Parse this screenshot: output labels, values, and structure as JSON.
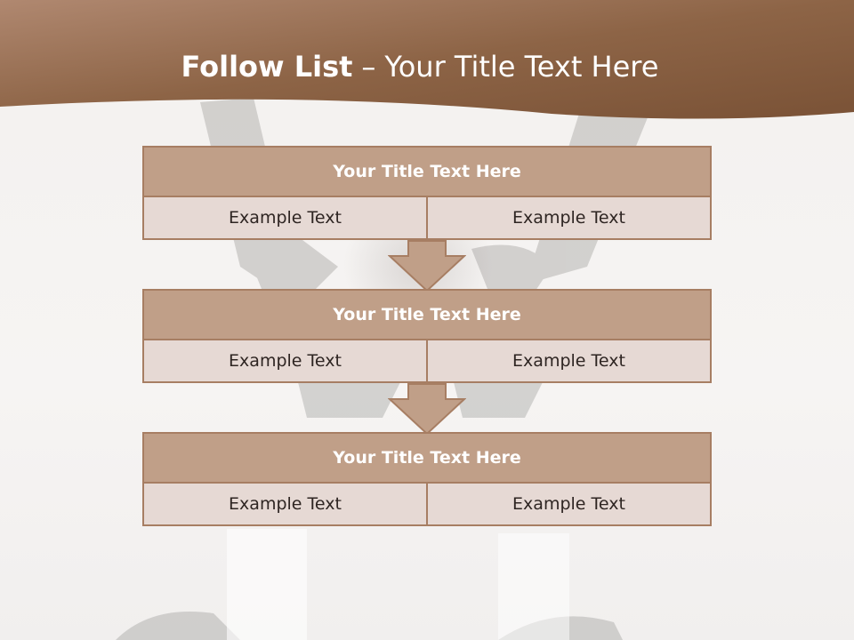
{
  "slide": {
    "title_bold": "Follow List",
    "title_sep": "–",
    "title_rest": "Your Title Text Here"
  },
  "colors": {
    "header": "#9c6e4e",
    "box_title": "#c09f88",
    "box_cell": "#e6d9d4",
    "border": "#a77e63"
  },
  "flow": [
    {
      "title": "Your Title Text Here",
      "left": "Example Text",
      "right": "Example Text"
    },
    {
      "title": "Your Title Text Here",
      "left": "Example Text",
      "right": "Example Text"
    },
    {
      "title": "Your Title Text Here",
      "left": "Example Text",
      "right": "Example Text"
    }
  ]
}
